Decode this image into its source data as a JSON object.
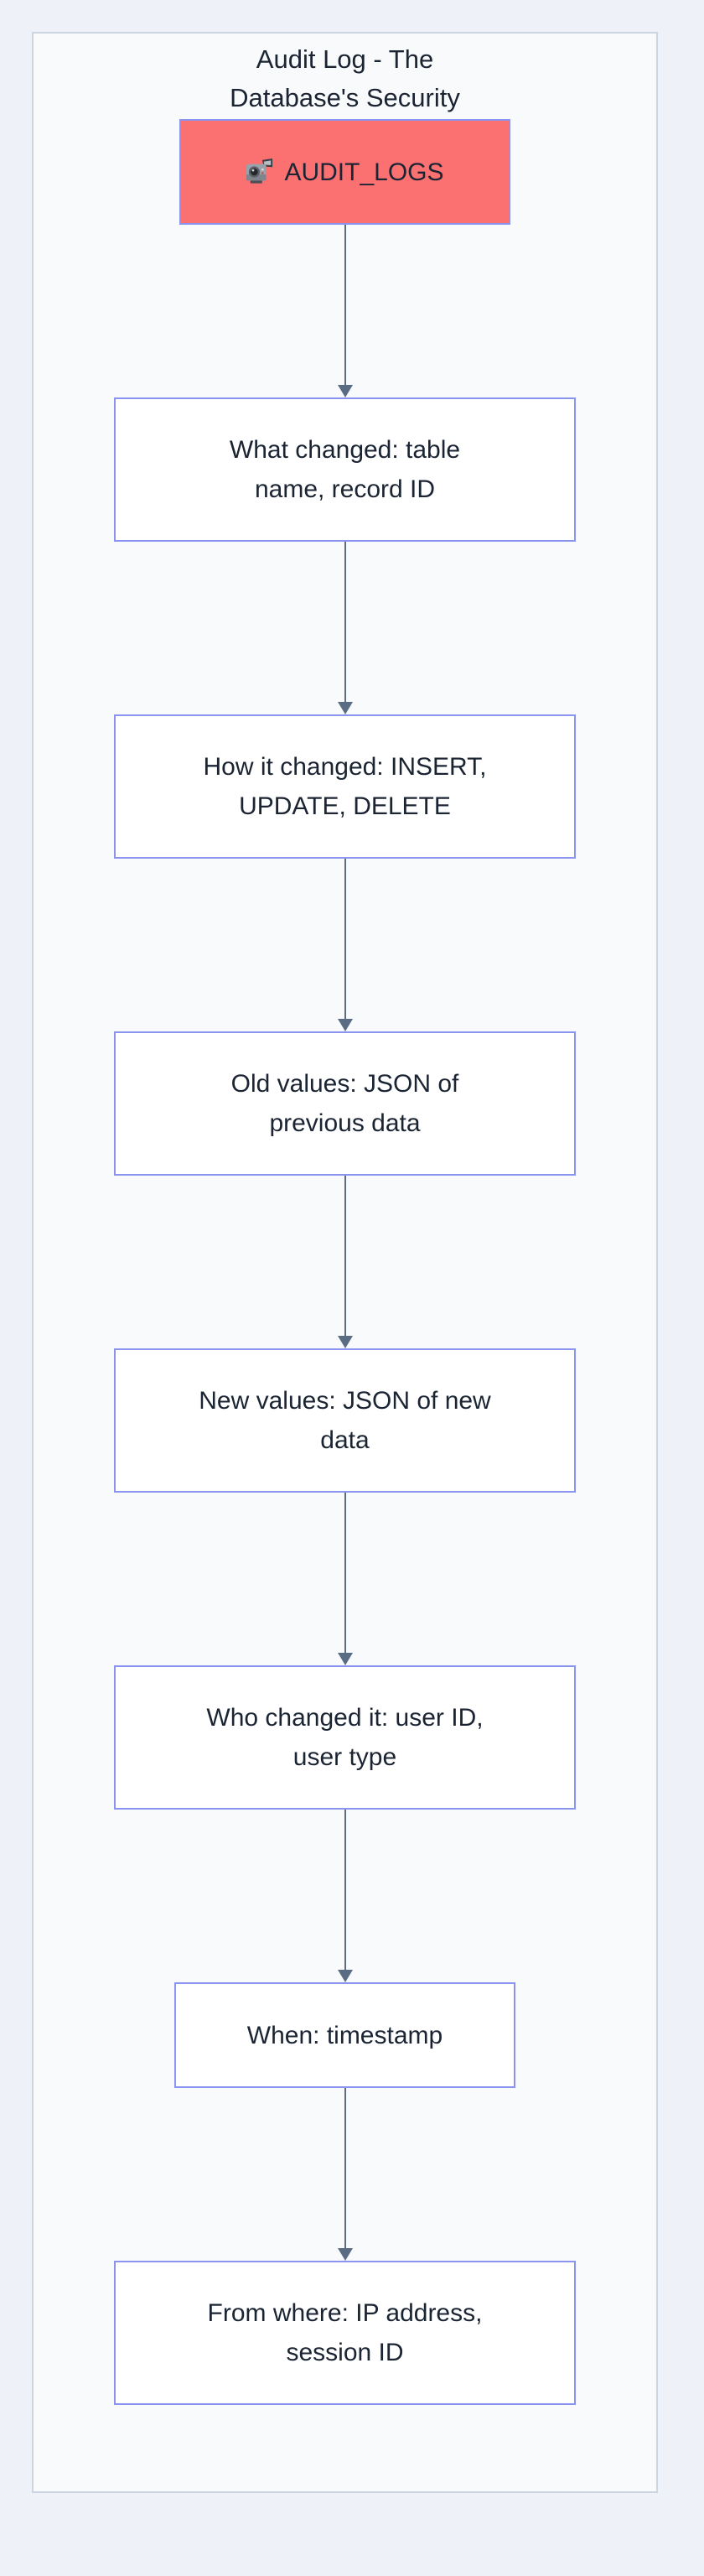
{
  "diagram": {
    "title": "Audit Log - The\nDatabase's Security",
    "root_node": {
      "icon": "video-camera-icon",
      "label": "AUDIT_LOGS"
    },
    "nodes": [
      {
        "label": "What changed: table\nname, record ID"
      },
      {
        "label": "How it changed: INSERT,\nUPDATE, DELETE"
      },
      {
        "label": "Old values: JSON of\nprevious data"
      },
      {
        "label": "New values: JSON of new\ndata"
      },
      {
        "label": "Who changed it: user ID,\nuser type"
      },
      {
        "label": "When: timestamp"
      },
      {
        "label": "From where: IP address,\nsession ID"
      }
    ],
    "colors": {
      "root_fill": "#fb7171",
      "node_border": "#8a94ef",
      "node_fill": "#ffffff",
      "edge": "#5a6c84",
      "text": "#1b2433",
      "container_border": "#ccd5e2",
      "container_fill": "#f8fafc",
      "page_background": "#eef1f7"
    }
  }
}
